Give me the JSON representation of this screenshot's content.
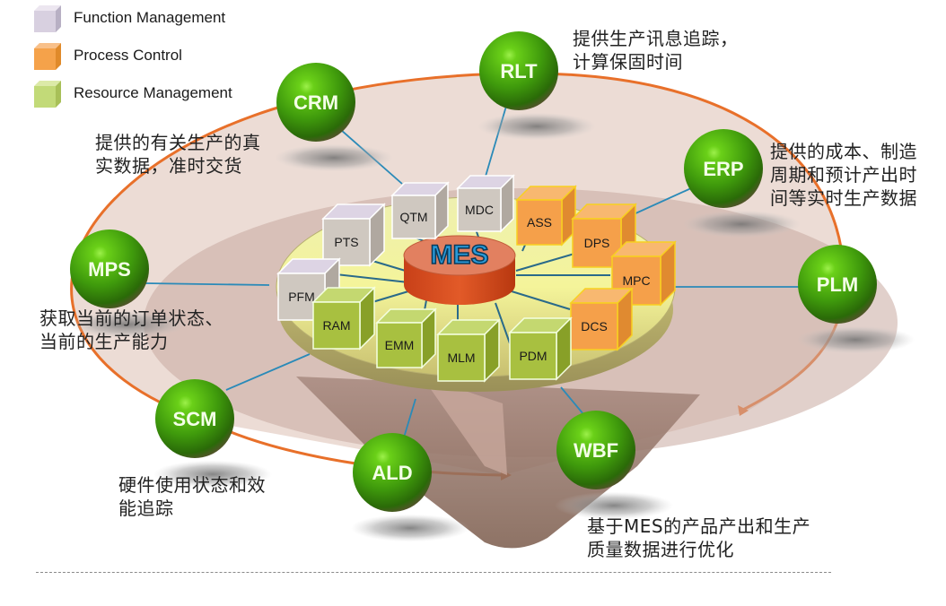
{
  "legend": [
    {
      "label": "Function Management",
      "category": "function",
      "color": "#d8d0e0"
    },
    {
      "label": "Process Control",
      "category": "process",
      "color": "#f5a24a"
    },
    {
      "label": "Resource Management",
      "category": "resource",
      "color": "#c2da78"
    }
  ],
  "colors": {
    "ring": "#e8702a",
    "ring_fill": "#ead8d0",
    "platform": "#e6e690",
    "mes_cylinder": "#d8502a",
    "mes_text": "#2a9ad8",
    "connector": "#2a8ab8",
    "sphere": "#4a9a10",
    "function_cube": "#cfc8c0",
    "process_cube": "#f5a04a",
    "resource_cube": "#a8c040"
  },
  "center": {
    "label": "MES"
  },
  "cubes": [
    {
      "label": "QTM",
      "category": "function"
    },
    {
      "label": "MDC",
      "category": "function"
    },
    {
      "label": "PTS",
      "category": "function"
    },
    {
      "label": "PFM",
      "category": "function"
    },
    {
      "label": "ASS",
      "category": "process"
    },
    {
      "label": "DPS",
      "category": "process"
    },
    {
      "label": "MPC",
      "category": "process"
    },
    {
      "label": "DCS",
      "category": "process"
    },
    {
      "label": "RAM",
      "category": "resource"
    },
    {
      "label": "EMM",
      "category": "resource"
    },
    {
      "label": "MLM",
      "category": "resource"
    },
    {
      "label": "PDM",
      "category": "resource"
    }
  ],
  "systems": [
    {
      "label": "CRM"
    },
    {
      "label": "RLT"
    },
    {
      "label": "ERP"
    },
    {
      "label": "MPS"
    },
    {
      "label": "PLM"
    },
    {
      "label": "SCM"
    },
    {
      "label": "ALD"
    },
    {
      "label": "WBF"
    }
  ],
  "notes": {
    "rlt": [
      "提供生产讯息追踪，",
      "计算保固时间"
    ],
    "crm": [
      "提供的有关生产的真",
      "实数据，准时交货"
    ],
    "erp": [
      "提供的成本、制造",
      "周期和预计产出时",
      "间等实时生产数据"
    ],
    "mps": [
      "获取当前的订单状态、",
      "当前的生产能力"
    ],
    "scm": [
      "硬件使用状态和效",
      "能追踪"
    ],
    "wbf": [
      "基于MES的产品产出和生产",
      "质量数据进行优化"
    ]
  }
}
